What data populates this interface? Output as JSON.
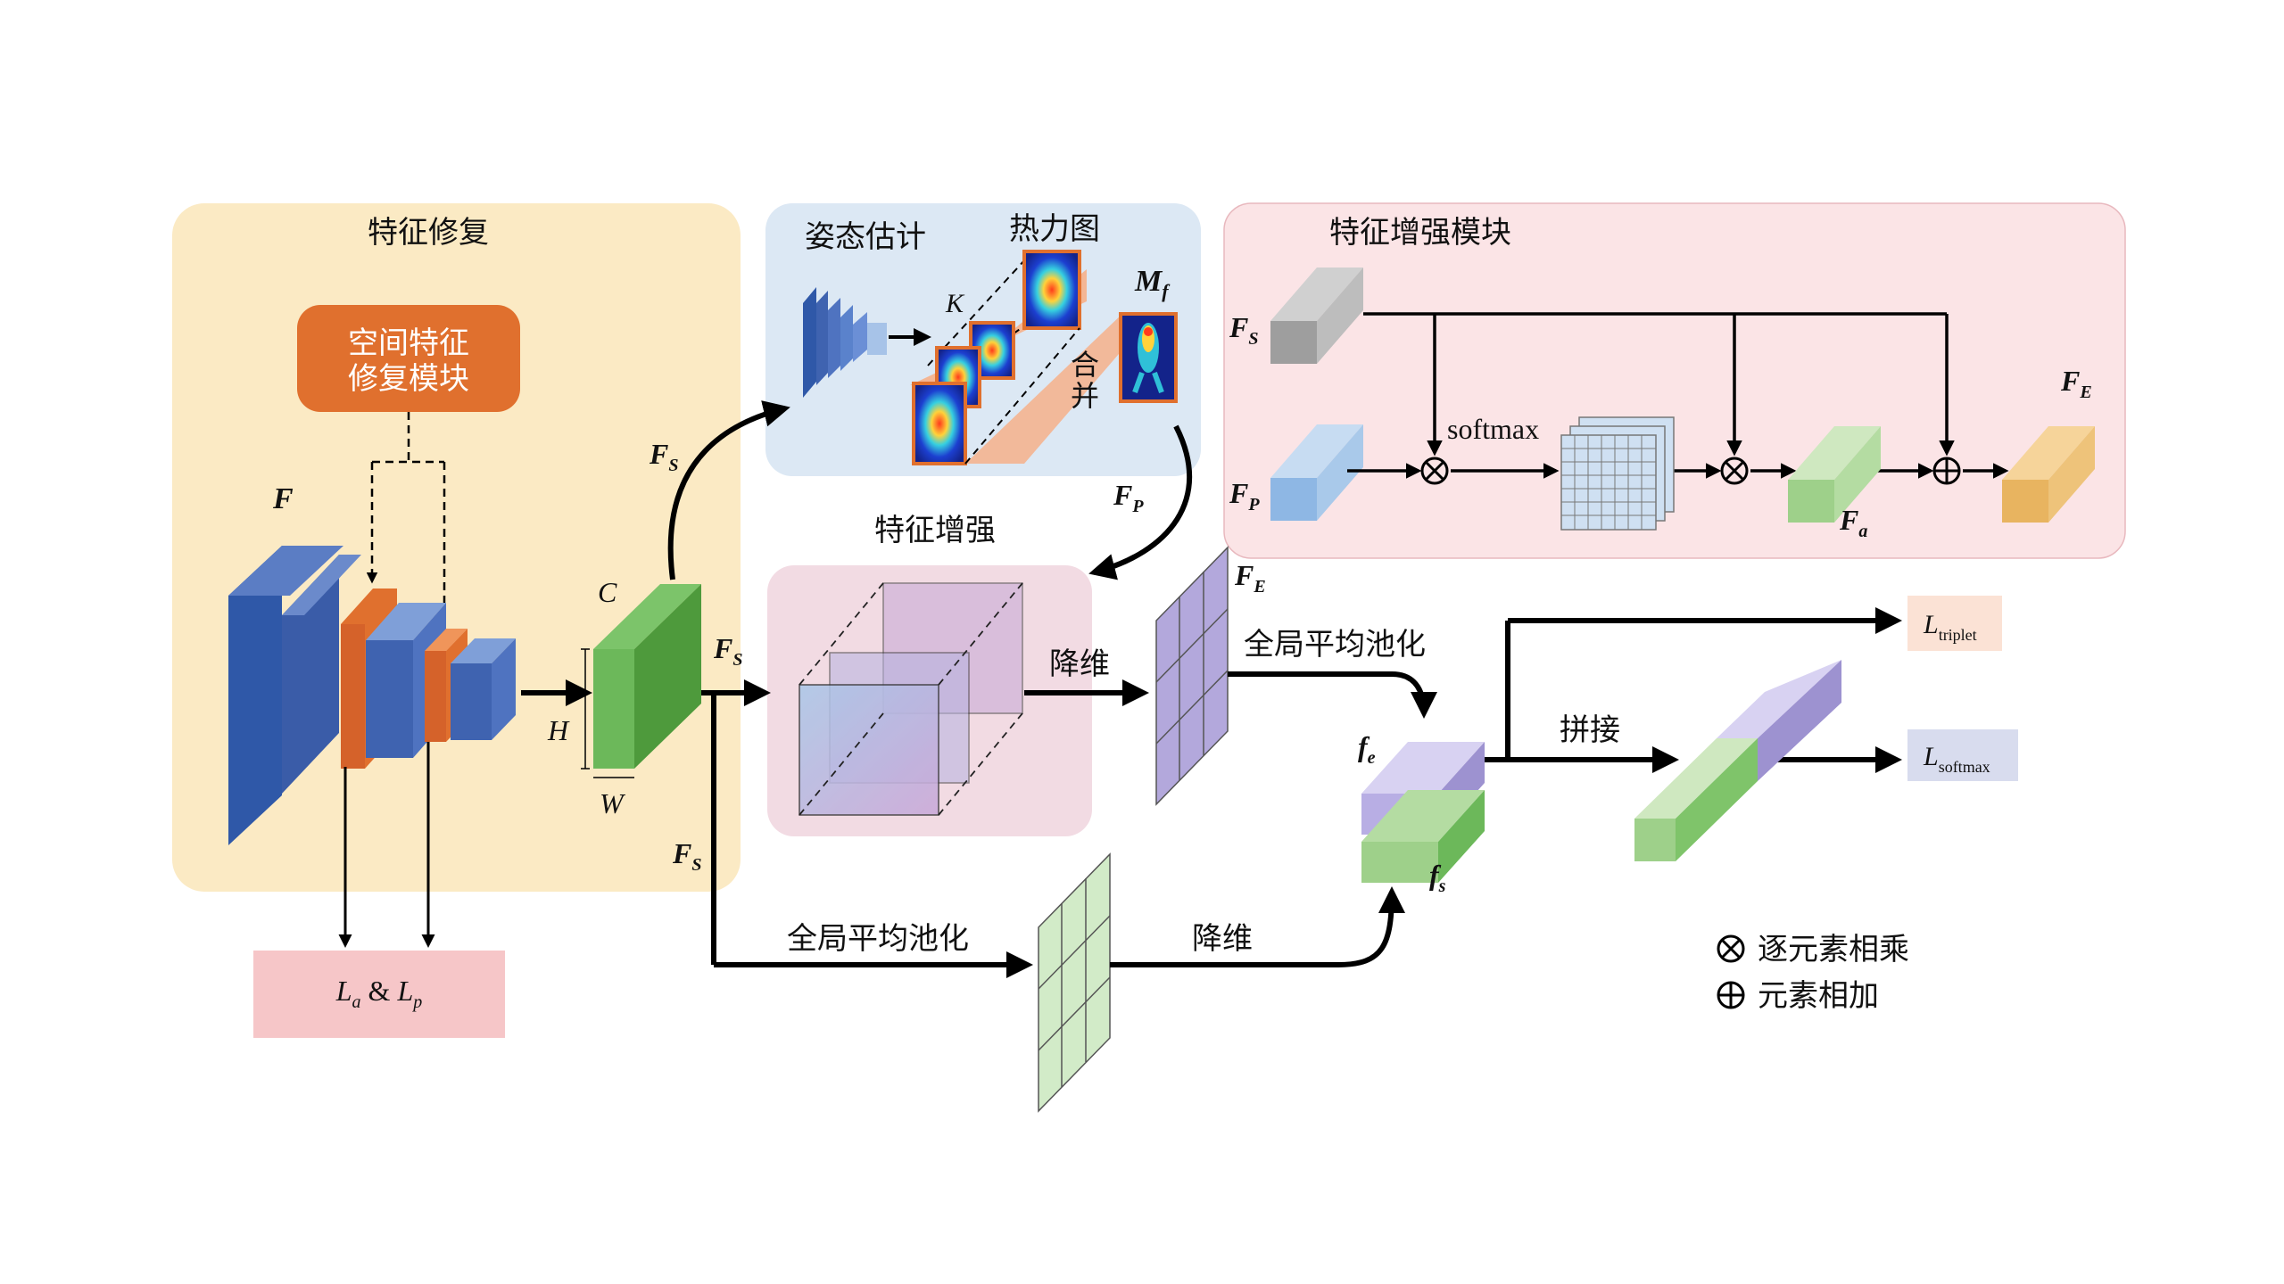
{
  "panels": {
    "repair_title": "特征修复",
    "repair_module": [
      "空间特征",
      "修复模块"
    ],
    "pose_title": "姿态估计",
    "heatmap_title": "热力图",
    "merge_label": [
      "合",
      "并"
    ],
    "enhance_module_title": "特征增强模块",
    "enhance_title": "特征增强"
  },
  "labels": {
    "k": "K",
    "c": "C",
    "h": "H",
    "w": "W",
    "softmax": "softmax",
    "reduce1": "降维",
    "reduce2": "降维",
    "gap1": "全局平均池化",
    "gap2": "全局平均池化",
    "concat": "拼接"
  },
  "symbols": {
    "F": "F",
    "FS": "F",
    "FS_sub": "S",
    "FP": "F",
    "FP_sub": "P",
    "FE": "F",
    "FE_sub": "E",
    "Fa": "F",
    "Fa_sub": "a",
    "Mf": "M",
    "Mf_sub": "f",
    "fe": "f",
    "fe_sub": "e",
    "fs": "f",
    "fs_sub": "s"
  },
  "losses": {
    "lalp_a": "L",
    "lalp_a_sub": "a",
    "lalp_amp": " & ",
    "lalp_p": "L",
    "lalp_p_sub": "p",
    "triplet": "L",
    "triplet_sub": "triplet",
    "softmax": "L",
    "softmax_sub": "softmax"
  },
  "legend": {
    "multiply": "逐元素相乘",
    "add": "元素相加"
  },
  "colors": {
    "repair_bg": "#fbeac4",
    "pose_bg": "#dce8f4",
    "enhance_bg": "#f6dfe4",
    "enhance_module_bg": "#fbe4e6",
    "orange": "#e0702e",
    "blue": "#3f63b0",
    "green": "#5aa648",
    "lavender": "#b3a8dc",
    "loss_pink": "#f6c6c8",
    "loss_peach": "#fbe2d5",
    "loss_blue": "#d8dcee"
  }
}
